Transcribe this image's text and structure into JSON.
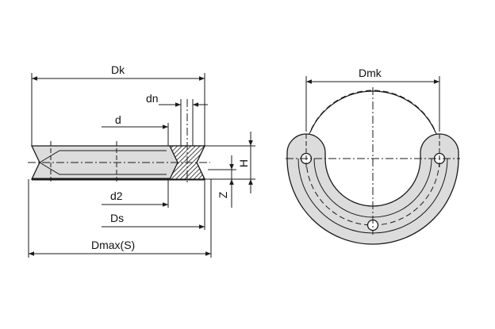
{
  "labels": {
    "dk": "Dk",
    "dn": "dn",
    "d": "d",
    "d2": "d2",
    "ds": "Ds",
    "dmax": "Dmax(S)",
    "h": "H",
    "z": "Z",
    "dmk": "Dmk"
  },
  "colors": {
    "line": "#1a1a1a",
    "fill_gray": "#dcdcdc",
    "hatch": "#1a1a1a"
  }
}
